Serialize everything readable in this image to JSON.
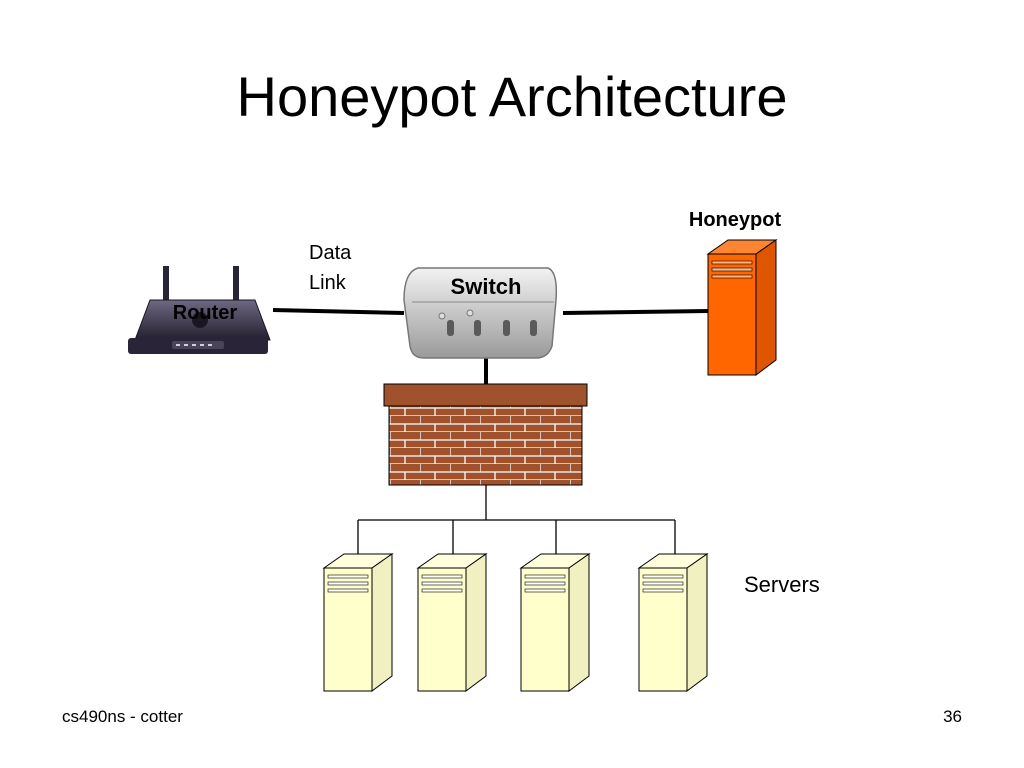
{
  "slide": {
    "title": "Honeypot Architecture",
    "footer_left": "cs490ns - cotter",
    "page_number": "36"
  },
  "diagram": {
    "router_label": "Router",
    "link_label_line1": "Data",
    "link_label_line2": "Link",
    "switch_label": "Switch",
    "honeypot_label": "Honeypot",
    "servers_label": "Servers"
  },
  "colors": {
    "honeypot_fill": "#ff6600",
    "server_fill": "#ffffcc",
    "firewall_brick": "#a0522d",
    "router_body": "#2a2438"
  }
}
